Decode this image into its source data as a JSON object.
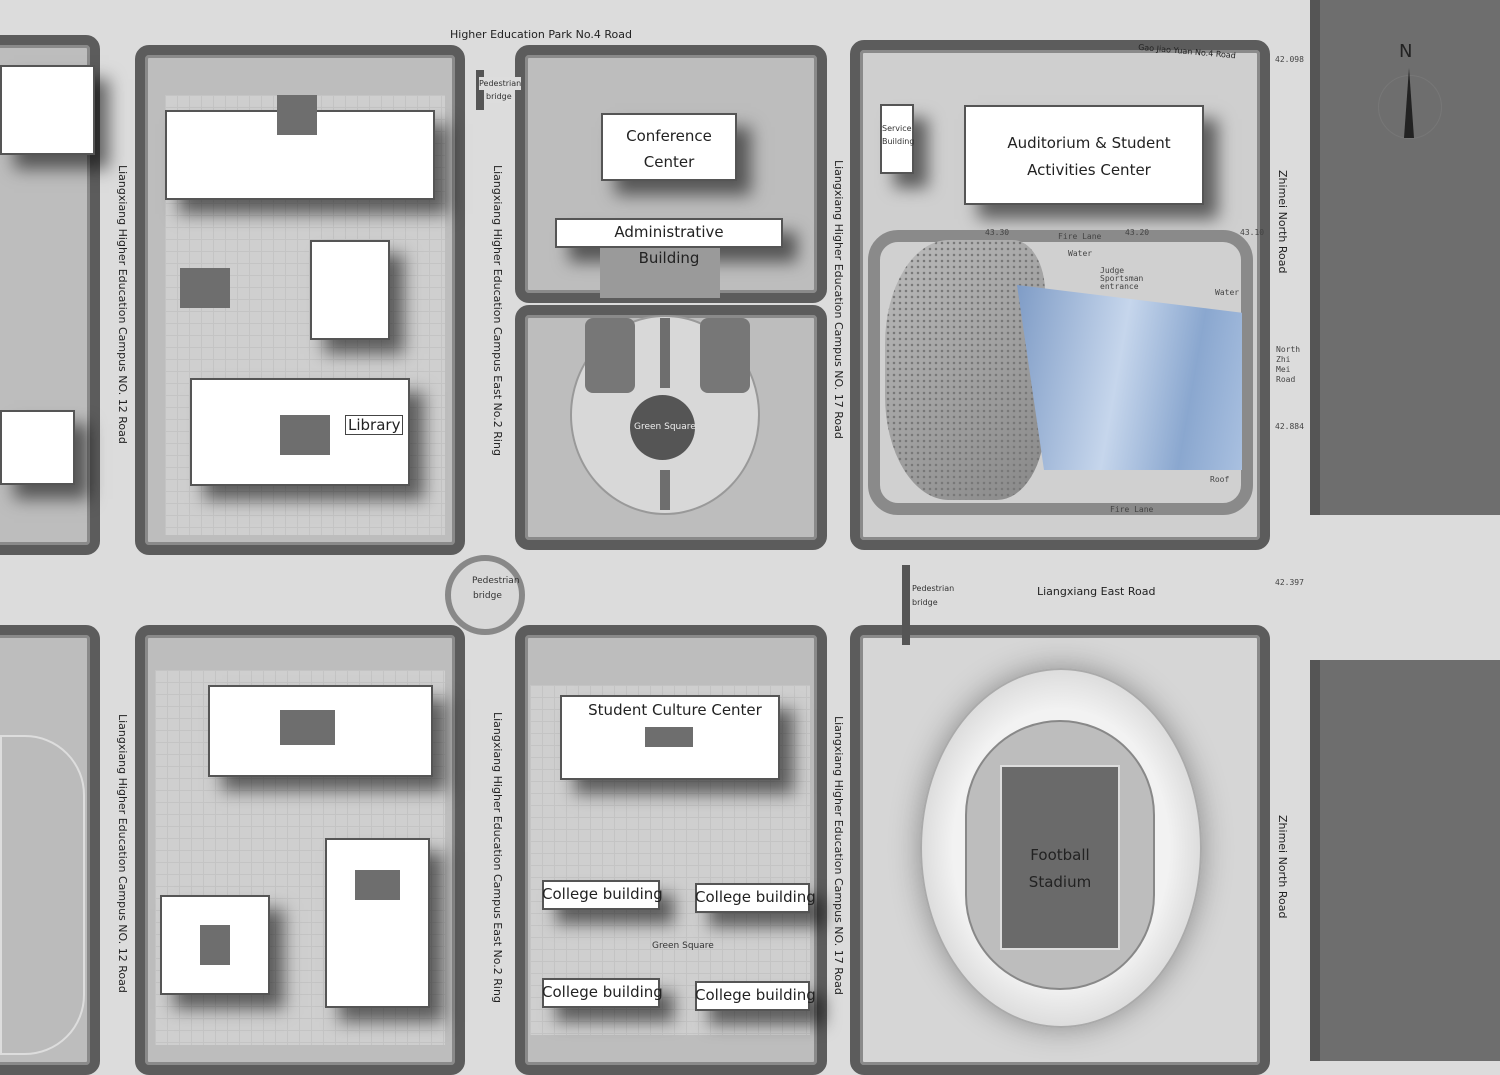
{
  "roads": {
    "top_road": "Higher Education Park No.4 Road",
    "top_road_right": "Gao Jiao Yuan No.4 Road",
    "main_road": "Liangxiang East Road",
    "west_road_north": "Liangxiang Higher Education Campus NO. 12 Road",
    "west_road_south": "Liangxiang Higher Education Campus NO. 12 Road",
    "ring_north": "Liangxiang Higher Education Campus East No.2 Ring",
    "ring_south": "Liangxiang Higher Education Campus East No.2 Ring",
    "no17_north": "Liangxiang Higher Education Campus NO. 17 Road",
    "no17_south": "Liangxiang Higher Education Campus NO. 17 Road",
    "zhimei_north": "Zhimei North Road",
    "zhimei_south": "Zhimei North Road",
    "north_zhi_mei": "North Zhi Mei Road"
  },
  "buildings": {
    "conference_1": "Conference",
    "conference_2": "Center",
    "admin_1": "Administrative",
    "admin_2": "Building",
    "library": "Library",
    "green_square_north": "Green Square",
    "service_1": "Service",
    "service_2": "Building",
    "auditorium_1": "Auditorium & Student",
    "auditorium_2": "Activities  Center",
    "student_culture": "Student Culture Center",
    "college_1": "College building",
    "college_2": "College building",
    "college_3": "College building",
    "college_4": "College building",
    "green_square_south": "Green Square",
    "stadium_1": "Football",
    "stadium_2": "Stadium"
  },
  "bridges": {
    "b1_1": "Pedestrian",
    "b1_2": "bridge",
    "b2_1": "Pedestrian",
    "b2_2": "bridge",
    "b3_1": "Pedestrian",
    "b3_2": "bridge"
  },
  "annotations": {
    "fire_lane_1": "Fire Lane",
    "fire_lane_2": "Fire Lane",
    "water_1": "Water",
    "water_2": "Water",
    "judge": "Judge",
    "sportsman": "Sportsman",
    "entrance": "entrance",
    "roof": "Roof",
    "elev_1": "43.30",
    "elev_2": "43.20",
    "elev_3": "43.10",
    "elev_4": "42.098",
    "elev_5": "42.884",
    "elev_6": "42.397"
  },
  "compass": {
    "label": "N"
  },
  "colors": {
    "roof_blue": "#8fa9d0",
    "tree": "#5c5c5c",
    "road": "#d4d4d4"
  }
}
